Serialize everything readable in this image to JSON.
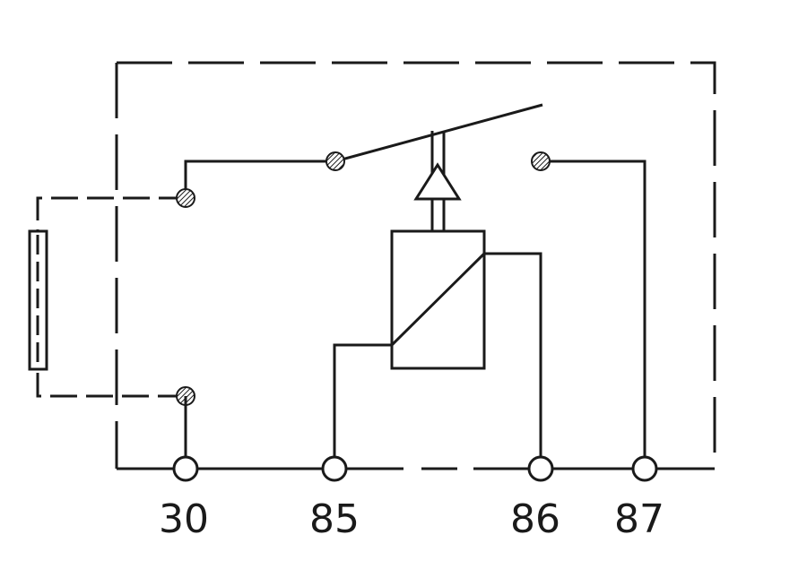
{
  "diagram": {
    "colors": {
      "line": "#1a1a1a",
      "background": "#ffffff"
    },
    "terminals": [
      {
        "id": "t30",
        "label": "30"
      },
      {
        "id": "t85",
        "label": "85"
      },
      {
        "id": "t86",
        "label": "86"
      },
      {
        "id": "t87",
        "label": "87"
      }
    ]
  }
}
